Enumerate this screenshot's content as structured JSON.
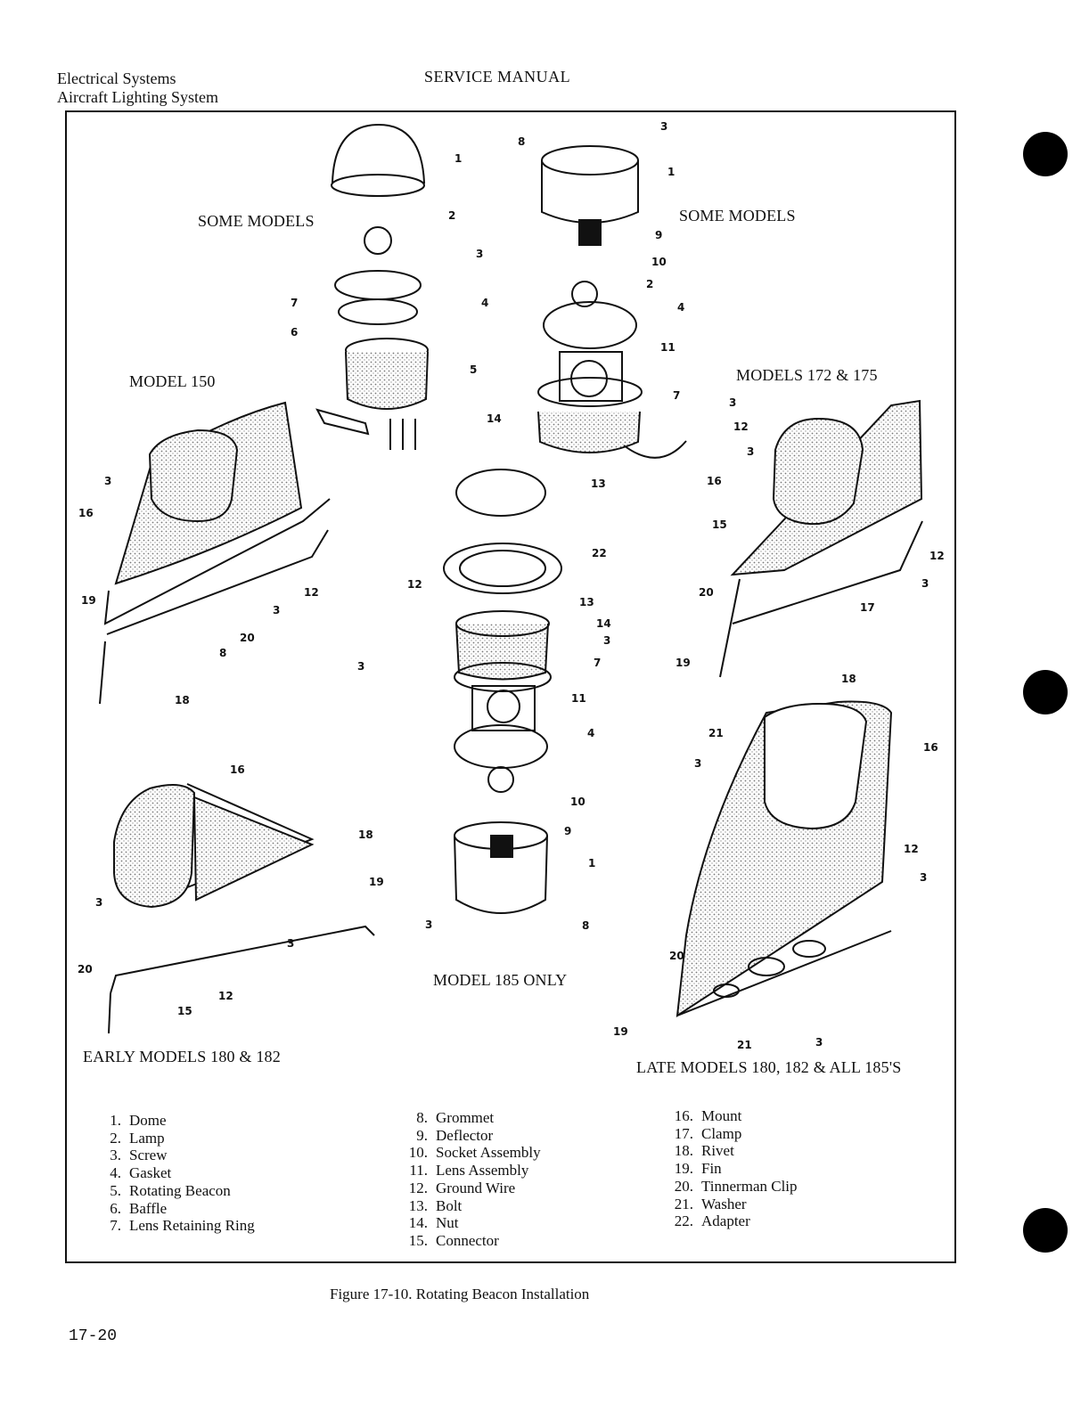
{
  "header": {
    "left_line1": "Electrical Systems",
    "left_line2": "Aircraft Lighting System",
    "center": "SERVICE MANUAL"
  },
  "figure": {
    "views": {
      "some_models_left": "SOME MODELS",
      "some_models_right": "SOME MODELS",
      "model_150": "MODEL 150",
      "models_172_175": "MODELS 172 & 175",
      "model_185_only": "MODEL 185 ONLY",
      "early_180_182": "EARLY MODELS 180 & 182",
      "late_180_182_185": "LATE MODELS 180, 182 & ALL 185'S"
    },
    "callouts": {
      "c1": "1",
      "c2": "2",
      "c3": "3",
      "c4": "4",
      "c5": "5",
      "c6": "6",
      "c7": "7",
      "c8": "8",
      "c9": "9",
      "c10": "10",
      "c11": "11",
      "c12": "12",
      "c13": "13",
      "c14": "14",
      "c15": "15",
      "c16": "16",
      "c17": "17",
      "c18": "18",
      "c19": "19",
      "c20": "20",
      "c21": "21",
      "c22": "22"
    },
    "caption": "Figure 17-10.  Rotating Beacon Installation"
  },
  "legend": {
    "col1": [
      {
        "num": "1.",
        "name": "Dome"
      },
      {
        "num": "2.",
        "name": "Lamp"
      },
      {
        "num": "3.",
        "name": "Screw"
      },
      {
        "num": "4.",
        "name": "Gasket"
      },
      {
        "num": "5.",
        "name": "Rotating Beacon"
      },
      {
        "num": "6.",
        "name": "Baffle"
      },
      {
        "num": "7.",
        "name": "Lens Retaining Ring"
      }
    ],
    "col2": [
      {
        "num": "8.",
        "name": "Grommet"
      },
      {
        "num": "9.",
        "name": "Deflector"
      },
      {
        "num": "10.",
        "name": "Socket Assembly"
      },
      {
        "num": "11.",
        "name": "Lens Assembly"
      },
      {
        "num": "12.",
        "name": "Ground Wire"
      },
      {
        "num": "13.",
        "name": "Bolt"
      },
      {
        "num": "14.",
        "name": "Nut"
      },
      {
        "num": "15.",
        "name": "Connector"
      }
    ],
    "col3": [
      {
        "num": "16.",
        "name": "Mount"
      },
      {
        "num": "17.",
        "name": "Clamp"
      },
      {
        "num": "18.",
        "name": "Rivet"
      },
      {
        "num": "19.",
        "name": "Fin"
      },
      {
        "num": "20.",
        "name": "Tinnerman Clip"
      },
      {
        "num": "21.",
        "name": "Washer"
      },
      {
        "num": "22.",
        "name": "Adapter"
      }
    ]
  },
  "page_number": "17-20"
}
